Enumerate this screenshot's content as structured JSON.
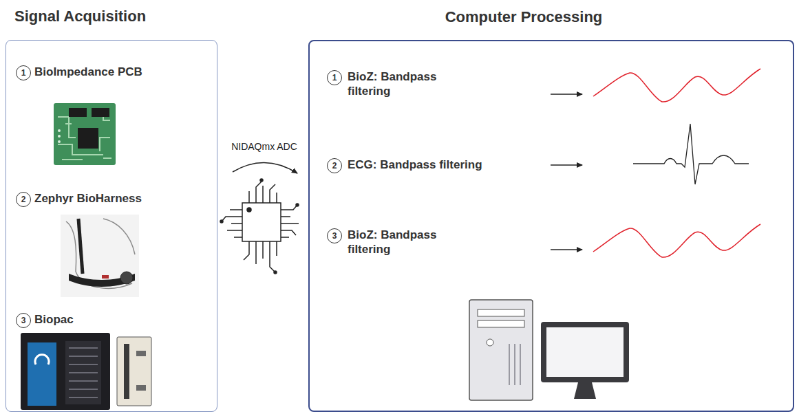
{
  "diagram": {
    "nodes": [
      {
        "text": [
          "Signal Acquisition"
        ]
      },
      {
        "text": [
          "1"
        ],
        "in": 0
      },
      {
        "text": [
          "2"
        ],
        "in": 0
      },
      {
        "text": [
          "3"
        ],
        "in": 0
      },
      {
        "text": [
          "Computer Processing"
        ]
      },
      {
        "text": [
          "1"
        ],
        "in": 4
      },
      {
        "text": [
          "2"
        ],
        "in": 4
      },
      {
        "text": [
          "3"
        ],
        "in": 4
      }
    ],
    "labels": [
      "BioImpedance PCB",
      "Zephyr BioHarness",
      "Biopac",
      "NIDAQmx ADC",
      "BioZ: Bandpass filtering",
      "ECG: Bandpass filtering",
      "BioZ: Bandpass filtering"
    ]
  }
}
